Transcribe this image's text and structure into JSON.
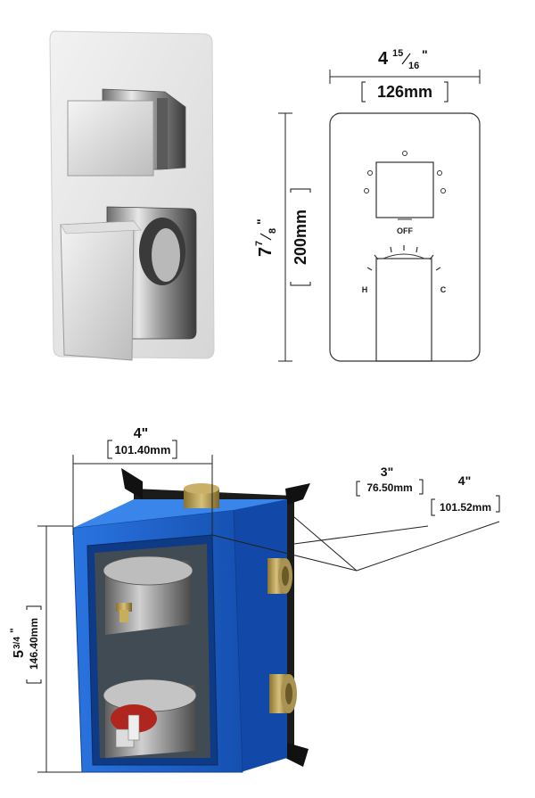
{
  "front_view": {
    "width_whole": "4",
    "width_num": "15",
    "width_den": "16",
    "width_unit": "\"",
    "width_mm": "126mm",
    "height_whole": "7",
    "height_num": "7",
    "height_den": "8",
    "height_unit": "\"",
    "height_mm": "200mm",
    "label_off": "OFF",
    "label_hot": "H",
    "label_cold": "C"
  },
  "valve_box": {
    "width_in": "4\"",
    "width_mm": "101.40mm",
    "depth_min_in": "3\"",
    "depth_min_mm": "76.50mm",
    "depth_max_in": "4\"",
    "depth_max_mm": "101.52mm",
    "height_whole": "5",
    "height_frac": "3/4",
    "height_unit": "\"",
    "height_mm": "146.40mm"
  },
  "colors": {
    "box_blue": "#1f63c9",
    "box_blue_dark": "#0f3f8f",
    "chrome": "#c8c8c8",
    "plate": "#e9e9e9",
    "brass": "#b39a4a"
  }
}
